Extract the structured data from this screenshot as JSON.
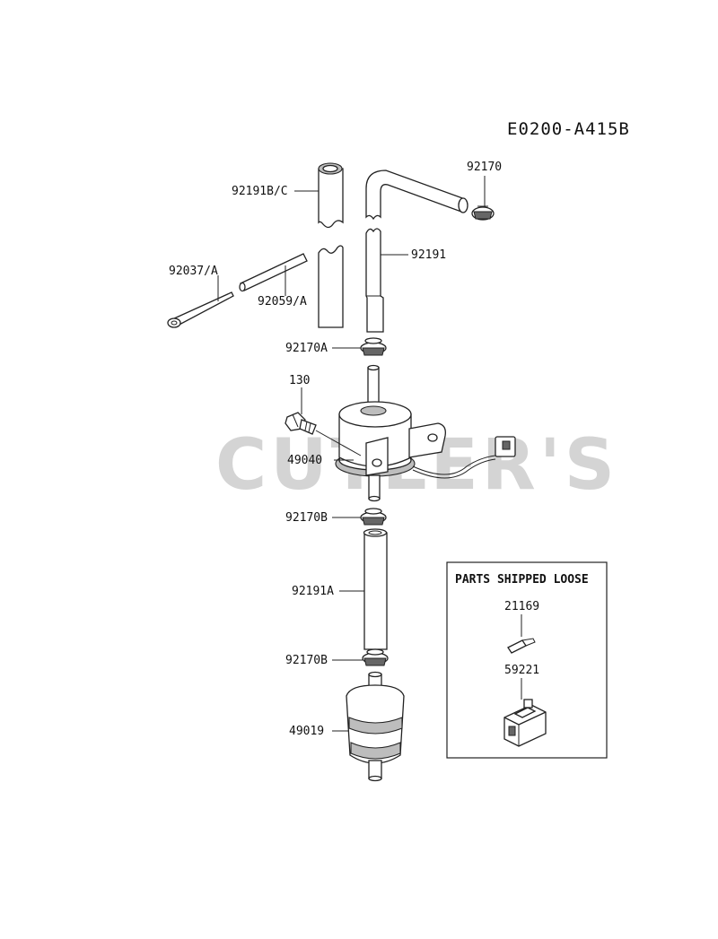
{
  "diagram_code": "E0200-A415B",
  "watermark": "CUTLER'S",
  "loose_box": {
    "title": "PARTS SHIPPED LOOSE",
    "items": [
      "21169",
      "59221"
    ]
  },
  "labels": {
    "p92191BC": "92191B/C",
    "p92170": "92170",
    "p92191": "92191",
    "p92037A": "92037/A",
    "p92059A": "92059/A",
    "p92170A": "92170A",
    "p130": "130",
    "p49040": "49040",
    "p92170B_top": "92170B",
    "p92191A": "92191A",
    "p92170B_bottom": "92170B",
    "p49019": "49019"
  }
}
